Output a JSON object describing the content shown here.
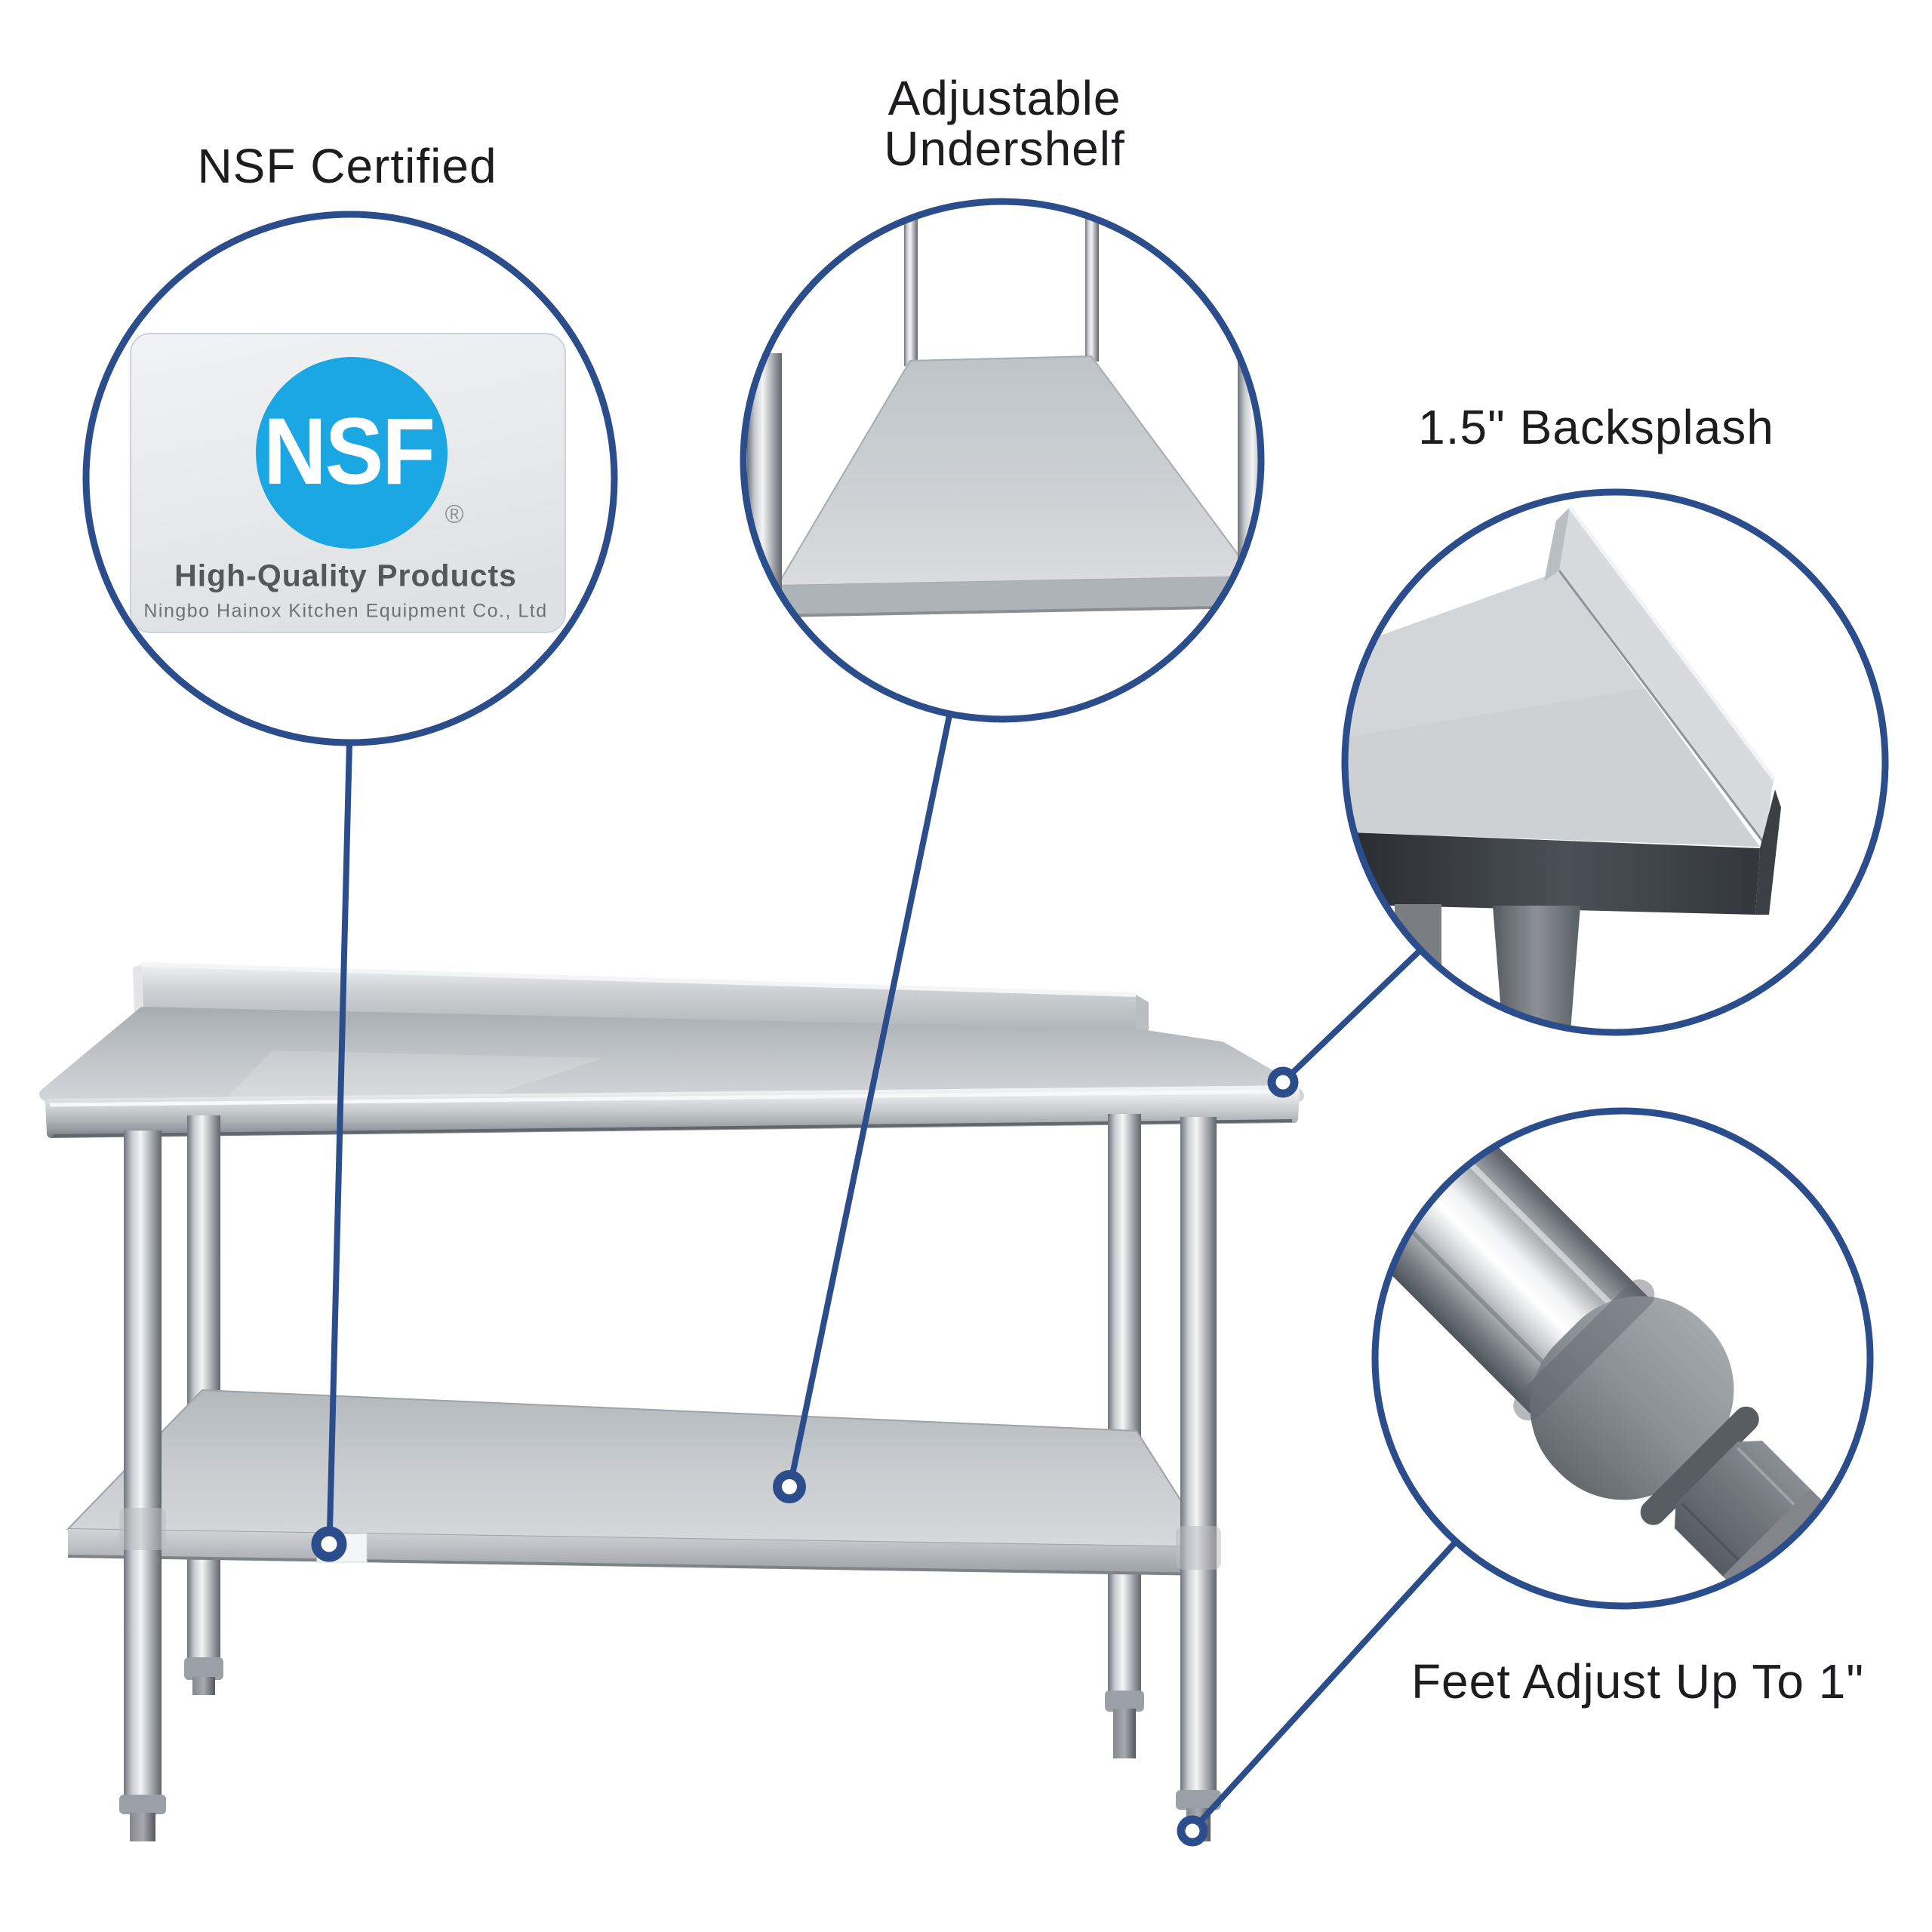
{
  "colors": {
    "accent_blue": "#2b4d8c",
    "nsf_blue": "#1ba7e3",
    "text_color": "#1d1d1f"
  },
  "callouts": {
    "nsf": {
      "label": "NSF Certified",
      "card": {
        "logo_text": "NSF",
        "registered_mark": "®",
        "tagline": "High-Quality Products",
        "company_line": "Ningbo Hainox Kitchen Equipment Co., Ltd"
      }
    },
    "undershelf": {
      "label_line1": "Adjustable",
      "label_line2": "Undershelf"
    },
    "backsplash": {
      "label": "1.5\" Backsplash"
    },
    "feet": {
      "label": "Feet Adjust Up To 1\""
    }
  }
}
